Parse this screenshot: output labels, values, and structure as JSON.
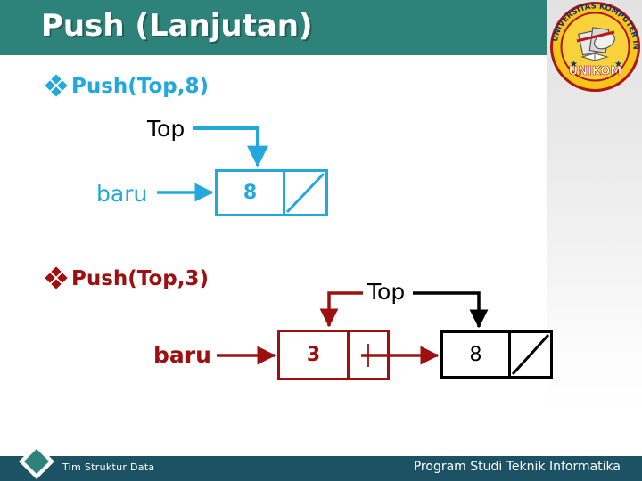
{
  "slide": {
    "title": "Push (Lanjutan)",
    "theme": {
      "band_teal": "#2d8279",
      "footer_teal": "#1d5264",
      "accent_cyan": "#23a8dd",
      "accent_red": "#9e1010",
      "black": "#000000",
      "panel_gray": "#e2e2e2"
    }
  },
  "logo": {
    "name": "unikom-logo",
    "outer_text": "UNIVERSITAS KOMPUTER INDONESIA",
    "bottom_text": "UNIKOM"
  },
  "sections": [
    {
      "id": "push-top-8",
      "bullet": "Push(Top,8)",
      "color": "#23a8dd",
      "pointers": [
        {
          "name": "Top",
          "label": "Top",
          "color": "#000000",
          "line_color": "#23a8dd"
        },
        {
          "name": "baru",
          "label": "baru",
          "color": "#23a8dd",
          "line_color": "#23a8dd"
        }
      ],
      "nodes": [
        {
          "value": "8",
          "next": "null",
          "color": "#23a8dd"
        }
      ]
    },
    {
      "id": "push-top-3",
      "bullet": "Push(Top,3)",
      "color": "#9e1010",
      "pointers": [
        {
          "name": "Top",
          "label": "Top",
          "color": "#000000",
          "line_color": "#000000"
        },
        {
          "name": "baru",
          "label": "baru",
          "color": "#9e1010",
          "line_color": "#9e1010"
        }
      ],
      "nodes": [
        {
          "value": "3",
          "next": "8",
          "color": "#9e1010"
        },
        {
          "value": "8",
          "next": "null",
          "color": "#000000"
        }
      ]
    }
  ],
  "diagram1": {
    "top_label": "Top",
    "baru_label": "baru",
    "node_value": "8"
  },
  "diagram2": {
    "top_label": "Top",
    "baru_label": "baru",
    "node1_value": "3",
    "node2_value": "8"
  },
  "footer": {
    "left": "Tim Struktur Data",
    "right": "Program Studi Teknik Informatika"
  }
}
